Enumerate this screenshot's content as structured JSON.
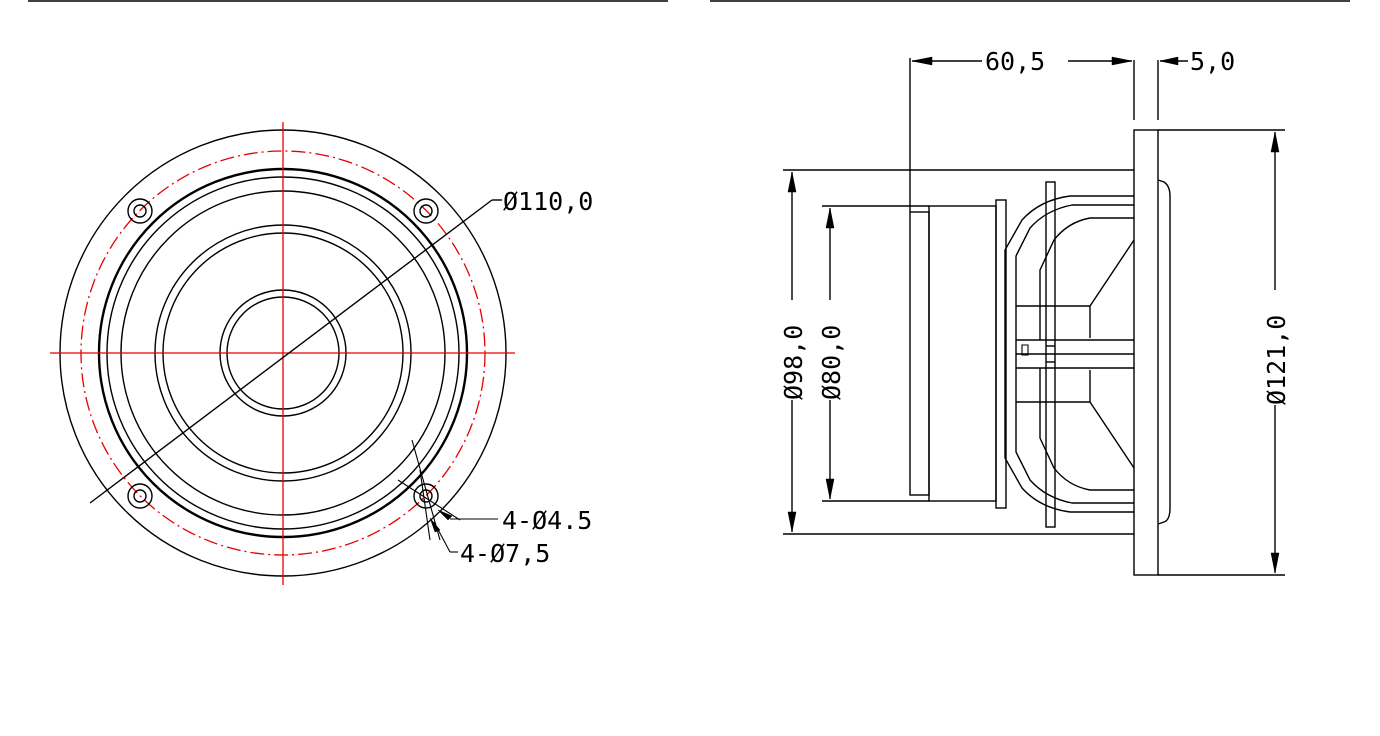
{
  "colors": {
    "line": "#000000",
    "center_line": "#e60000",
    "background": "#ffffff"
  },
  "front_view": {
    "outer_diameter_label": "Ø110,0",
    "hole_count_inner_label": "4-Ø4.5",
    "hole_count_outer_label": "4-Ø7,5"
  },
  "side_view": {
    "depth_label": "60,5",
    "flange_thickness_label": "5,0",
    "magnet_outer_label": "Ø98,0",
    "magnet_inner_label": "Ø80,0",
    "frame_outer_label": "Ø121,0"
  }
}
